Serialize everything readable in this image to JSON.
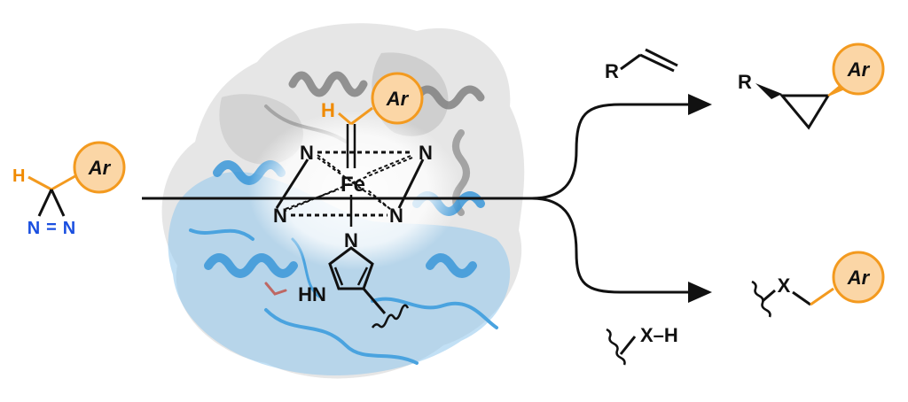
{
  "colors": {
    "orange": "#f39a1f",
    "orange_fill": "#fbd6a6",
    "blue": "#1a4fe0",
    "protein_blue": "#4aa3df",
    "protein_gray": "#8a8a8a"
  },
  "diazirine": {
    "h_label": "H",
    "ar_label": "Ar",
    "n1_label": "N",
    "eq_label": "=",
    "n2_label": "N"
  },
  "carbene": {
    "h_label": "H",
    "ar_label": "Ar",
    "fe_label": "Fe",
    "n_labels": [
      "N",
      "N",
      "N",
      "N"
    ],
    "axial_n_label": "N",
    "hn_label": "HN"
  },
  "reagents": {
    "alkene_r": "R",
    "xh": "X–H"
  },
  "products": {
    "cyclopropane_r": "R",
    "cyclopropane_ar": "Ar",
    "insertion_x": "X",
    "insertion_ar": "Ar"
  },
  "icons": [
    "protein-surface-icon",
    "helix-ribbon-icon",
    "wavy-bond-icon"
  ]
}
